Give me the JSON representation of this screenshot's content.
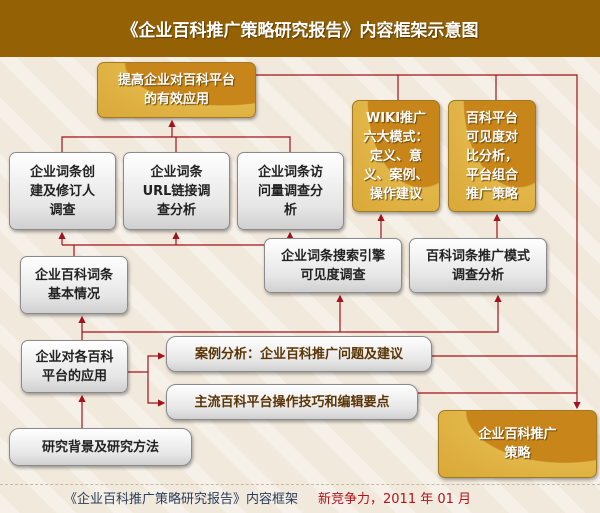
{
  "title": "《企业百科推广策略研究报告》内容框架示意图",
  "nodes": {
    "goal": "提高企业对百科平台的有效应用",
    "wiki": "WIKI推广六大模式：定义、意义、案例、操作建议",
    "platform_compare": "百科平台可见度对比分析，平台组合推广策略",
    "entry_creation": "企业词条创建及修订人调查",
    "url_links": "企业词条URL链接调查分析",
    "visits": "企业词条访问量调查分析",
    "search_visibility": "企业词条搜索引擎可见度调查",
    "promotion_mode": "百科词条推广模式调查分析",
    "basic": "企业百科词条基本情况",
    "application": "企业对各百科平台的应用",
    "case_analysis": "案例分析：企业百科推广问题及建议",
    "mainstream": "主流百科平台操作技巧和编辑要点",
    "background": "研究背景及研究方法",
    "strategy": "企业百科推广策略"
  },
  "footer": {
    "left": "《企业百科推广策略研究报告》内容框架",
    "right": "新竞争力，2011 年 01 月"
  },
  "colors": {
    "header": "#946104",
    "line": "#a3131c",
    "gold": "#d9a838"
  }
}
